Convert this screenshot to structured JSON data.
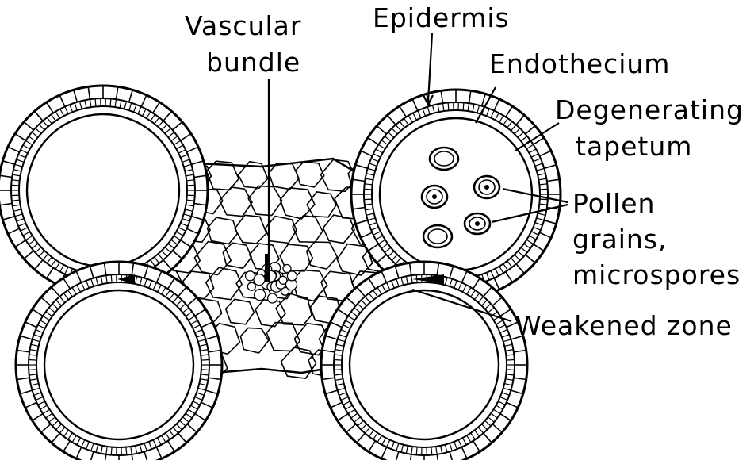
{
  "labels": {
    "vascular_bundle_1": "Vascular",
    "vascular_bundle_2": "bundle",
    "epidermis": "Epidermis",
    "endothecium": "Endothecium",
    "degenerating_tapetum_1": "Degenerating",
    "degenerating_tapetum_2": "tapetum",
    "pollen_1": "Pollen",
    "pollen_2": "grains,",
    "pollen_3": "microspores",
    "weakened_zone": "Weakened zone"
  },
  "colors": {
    "ink": "#000000",
    "paper": "#ffffff"
  }
}
